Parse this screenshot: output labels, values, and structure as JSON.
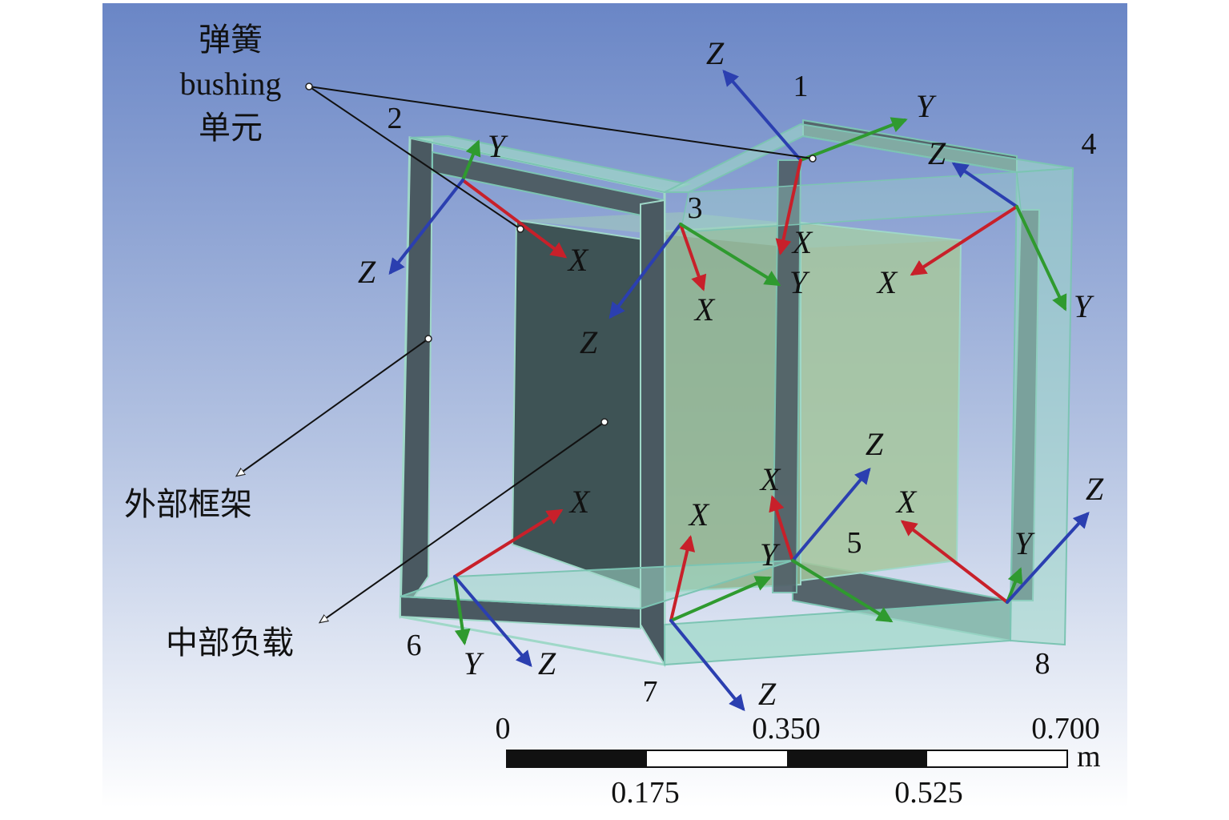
{
  "annotations": {
    "spring_line1": "弹簧",
    "spring_line2": "bushing",
    "spring_line3": "单元",
    "outer_frame": "外部框架",
    "middle_load": "中部负载"
  },
  "nodes": [
    "1",
    "2",
    "3",
    "4",
    "5",
    "6",
    "7",
    "8"
  ],
  "axis_letters": {
    "x": "X",
    "y": "Y",
    "z": "Z"
  },
  "scale_bar": {
    "top_ticks": [
      "0",
      "0.350",
      "0.700"
    ],
    "bottom_ticks": [
      "0.175",
      "0.525"
    ],
    "unit": "m"
  },
  "colors": {
    "x_axis": "#c8202a",
    "y_axis": "#2f9a2f",
    "z_axis": "#2b3fb0",
    "frame_face": "#9fd8c8",
    "frame_dark": "#4f5e66",
    "load_face": "#a8c89a"
  }
}
